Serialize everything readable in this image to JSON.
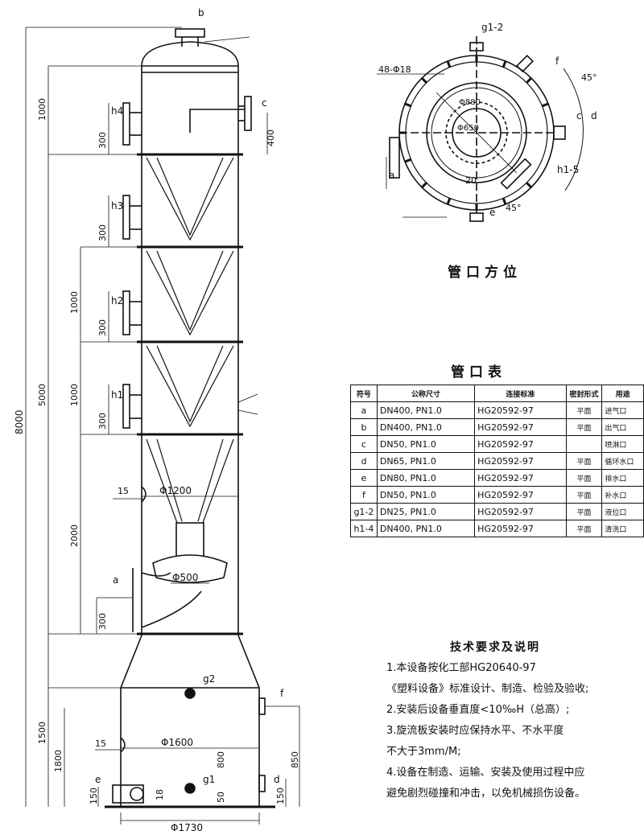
{
  "front_view": {
    "nozzle_labels": {
      "a": "a",
      "b": "b",
      "c": "c",
      "d": "d",
      "e": "e",
      "f": "f",
      "g1": "g1",
      "g2": "g2",
      "h1": "h1",
      "h2": "h2",
      "h3": "h3",
      "h4": "h4"
    },
    "dimensions": {
      "total_height": "8000",
      "d1000_top": "1000",
      "d300_h4": "300",
      "d400_c": "400",
      "d300_h3": "300",
      "d1000_mid": "1000",
      "d300_h2": "300",
      "d5000": "5000",
      "d1000_low": "1000",
      "d300_h1": "300",
      "d2000": "2000",
      "d300_a": "300",
      "d1500": "1500",
      "d1800": "1800",
      "d150_e": "150",
      "d18": "18",
      "d800": "800",
      "d50": "50",
      "d150_d": "150",
      "d850": "850",
      "phi1200": "Φ1200",
      "phi500": "Φ500",
      "phi1600": "Φ1600",
      "phi1730": "Φ1730",
      "n15_top": "15",
      "n15_bottom": "15"
    }
  },
  "orientation_view": {
    "title": "管口方位",
    "labels": {
      "g12": "g1-2",
      "f": "f",
      "c": "c",
      "d": "d",
      "h15": "h1-5",
      "e": "e",
      "a": "a"
    },
    "bolt": "48-Φ18",
    "phi880": "Φ880",
    "phi650": "Φ650",
    "d20": "20",
    "angle_top": "45°",
    "angle_bottom": "45°"
  },
  "nozzle_table": {
    "title": "管口表",
    "headers": [
      "符号",
      "公称尺寸",
      "连接标准",
      "密封形式",
      "用途"
    ],
    "rows": [
      [
        "a",
        "DN400, PN1.0",
        "HG20592-97",
        "平面",
        "进气口"
      ],
      [
        "b",
        "DN400, PN1.0",
        "HG20592-97",
        "平面",
        "出气口"
      ],
      [
        "c",
        "DN50, PN1.0",
        "HG20592-97",
        "",
        "喷淋口"
      ],
      [
        "d",
        "DN65, PN1.0",
        "HG20592-97",
        "平面",
        "循环水口"
      ],
      [
        "e",
        "DN80, PN1.0",
        "HG20592-97",
        "平面",
        "排水口"
      ],
      [
        "f",
        "DN50, PN1.0",
        "HG20592-97",
        "平面",
        "补水口"
      ],
      [
        "g1-2",
        "DN25, PN1.0",
        "HG20592-97",
        "平面",
        "液位口"
      ],
      [
        "h1-4",
        "DN400, PN1.0",
        "HG20592-97",
        "平面",
        "清洗口"
      ]
    ]
  },
  "notes": {
    "title": "技术要求及说明",
    "lines": [
      "1.本设备按化工部HG20640-97",
      "《塑料设备》标准设计、制造、检验及验收;",
      "2.安装后设备垂直度<10‰H（总高）;",
      "3.旋流板安装时应保持水平、不水平度",
      "不大于3mm/M;",
      "4.设备在制造、运输、安装及使用过程中应",
      "避免剧烈碰撞和冲击，以免机械损伤设备。"
    ]
  }
}
